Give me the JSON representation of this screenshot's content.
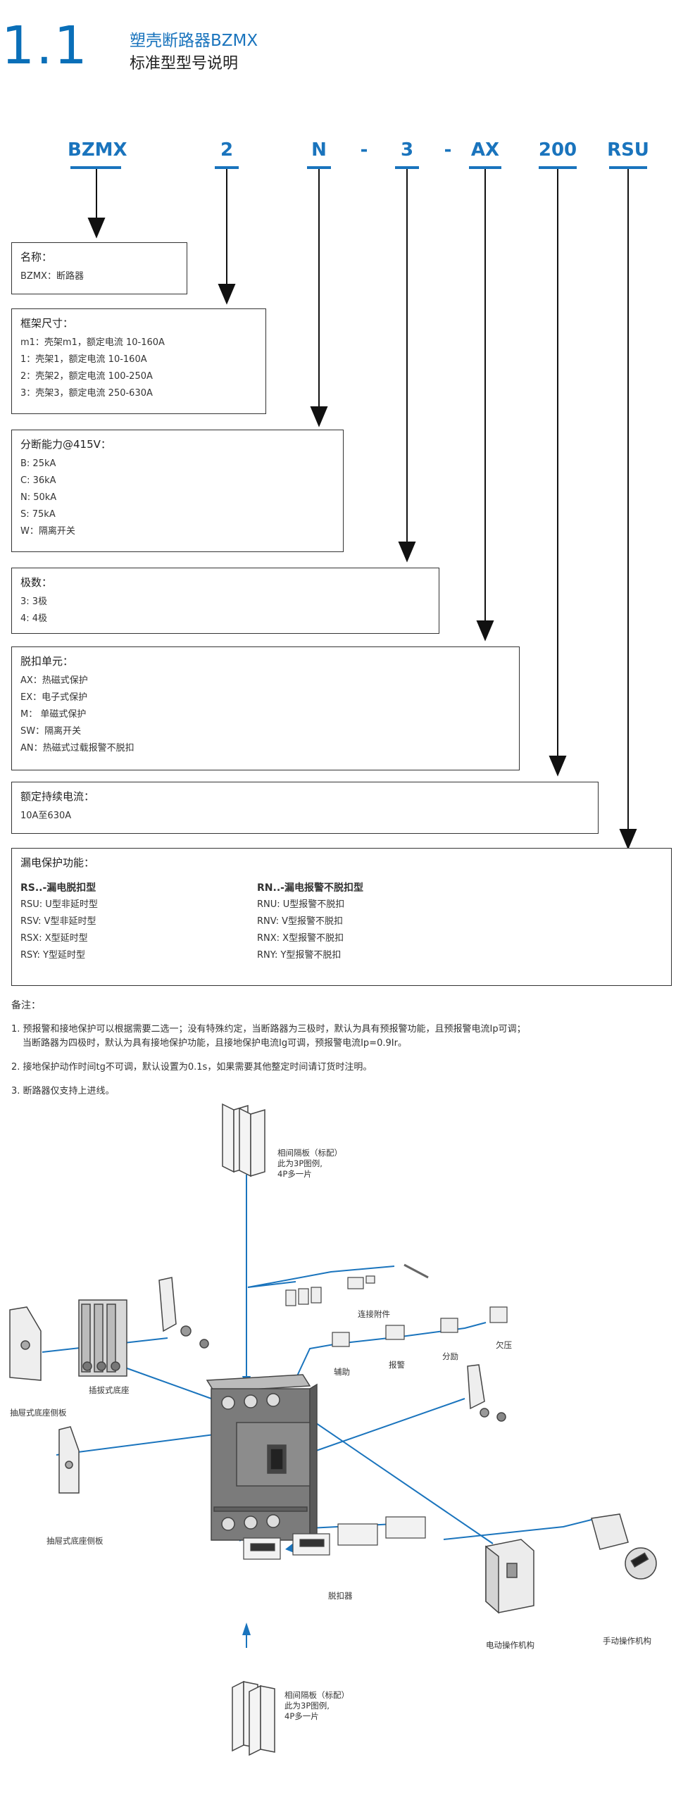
{
  "header": {
    "section_number": "1.1",
    "title": "塑壳断路器BZMX",
    "subtitle": "标准型型号说明"
  },
  "model_code": [
    "BZMX",
    "2",
    "N",
    "-",
    "3",
    "-",
    "AX",
    "200",
    "RSU"
  ],
  "boxes": {
    "name": {
      "title": "名称：",
      "lines": [
        "BZMX：断路器"
      ]
    },
    "frame": {
      "title": "框架尺寸：",
      "lines": [
        "m1：壳架m1，额定电流 10-160A",
        "1：壳架1，额定电流 10-160A",
        "2：壳架2，额定电流 100-250A",
        "3：壳架3，额定电流 250-630A"
      ]
    },
    "breaking": {
      "title": "分断能力@415V：",
      "lines": [
        "B: 25kA",
        "C: 36kA",
        "N: 50kA",
        "S: 75kA",
        "W：隔离开关"
      ]
    },
    "poles": {
      "title": "极数：",
      "lines": [
        "3: 3极",
        "4: 4极"
      ]
    },
    "trip": {
      "title": "脱扣单元：",
      "lines": [
        "AX：热磁式保护",
        "EX：电子式保护",
        "M： 单磁式保护",
        "SW：隔离开关",
        "AN：热磁式过载报警不脱扣"
      ]
    },
    "current": {
      "title": "额定持续电流：",
      "lines": [
        "10A至630A"
      ]
    },
    "leakage": {
      "title": "漏电保护功能：",
      "left_head": "RS..-漏电脱扣型",
      "left_lines": [
        "RSU: U型非延时型",
        "RSV: V型非延时型",
        "RSX: X型延时型",
        "RSY: Y型延时型"
      ],
      "right_head": "RN..-漏电报警不脱扣型",
      "right_lines": [
        "RNU: U型报警不脱扣",
        "RNV: V型报警不脱扣",
        "RNX: X型报警不脱扣",
        "RNY: Y型报警不脱扣"
      ]
    }
  },
  "notes": {
    "title": "备注：",
    "items": [
      "1. 预报警和接地保护可以根据需要二选一；没有特殊约定，当断路器为三极时，默认为具有预报警功能，且预报警电流Ip可调；",
      "当断路器为四极时，默认为具有接地保护功能，且接地保护电流Ig可调，预报警电流Ip=0.9Ir。",
      "2. 接地保护动作时间tg不可调，默认设置为0.1s，如果需要其他整定时间请订货时注明。",
      "3. 断路器仅支持上进线。"
    ]
  },
  "diagram_labels": {
    "top_barrier": [
      "相间隔板（标配）",
      "此为3P图例,",
      "4P多一片"
    ],
    "connect": "连接附件",
    "aux": "辅助",
    "alarm": "报警",
    "shunt": "分励",
    "undervolt": "欠压",
    "plugin_base": "插拔式底座",
    "drawer_side_1": "抽屉式底座侧板",
    "drawer_side_2": "抽屉式底座侧板",
    "release": "脱扣器",
    "motor": "电动操作机构",
    "manual": "手动操作机构",
    "bottom_barrier": [
      "相间隔板（标配）",
      "此为3P图例,",
      "4P多一片"
    ]
  },
  "colors": {
    "accent": "#1a74bd"
  }
}
